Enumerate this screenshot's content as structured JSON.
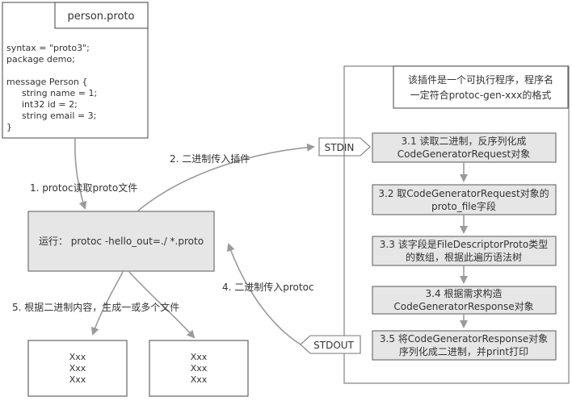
{
  "proto_file": {
    "title": "person.proto",
    "lines": [
      "syntax = \"proto3\";",
      "package demo;",
      "",
      "message Person {",
      "  string name = 1;",
      "  int32 id = 2;",
      "  string email = 3;",
      "}"
    ]
  },
  "run_box": {
    "label": "运行：  protoc -hello_out=./ *.proto"
  },
  "edges": {
    "e1": "1. protoc读取proto文件",
    "e2": "2. 二进制传入插件",
    "e4": "4. 二进制传入protoc",
    "e5": "5. 根据二进制内容，生成一或多个文件"
  },
  "stdin": "STDIN",
  "stdout": "STDOUT",
  "plugin": {
    "note_lines": [
      "该插件是一个可执行程序，程序名",
      "一定符合protoc-gen-xxx的格式"
    ],
    "steps": [
      {
        "lines": [
          "3.1 读取二进制，反序列化成",
          "CodeGeneratorRequest对象"
        ]
      },
      {
        "lines": [
          "3.2 取CodeGeneratorRequest对象的",
          "proto_file字段"
        ]
      },
      {
        "lines": [
          "3.3 该字段是FileDescriptorProto类型",
          "的数组，根据此遍历语法树"
        ]
      },
      {
        "lines": [
          "3.4 根据需求构造",
          "CodeGeneratorResponse对象"
        ]
      },
      {
        "lines": [
          "3.5 将CodeGeneratorResponse对象",
          "序列化成二进制，并print打印"
        ]
      }
    ]
  },
  "output_files": [
    {
      "lines": [
        "Xxx",
        "Xxx",
        "Xxx"
      ]
    },
    {
      "lines": [
        "Xxx",
        "Xxx",
        "Xxx"
      ]
    }
  ]
}
